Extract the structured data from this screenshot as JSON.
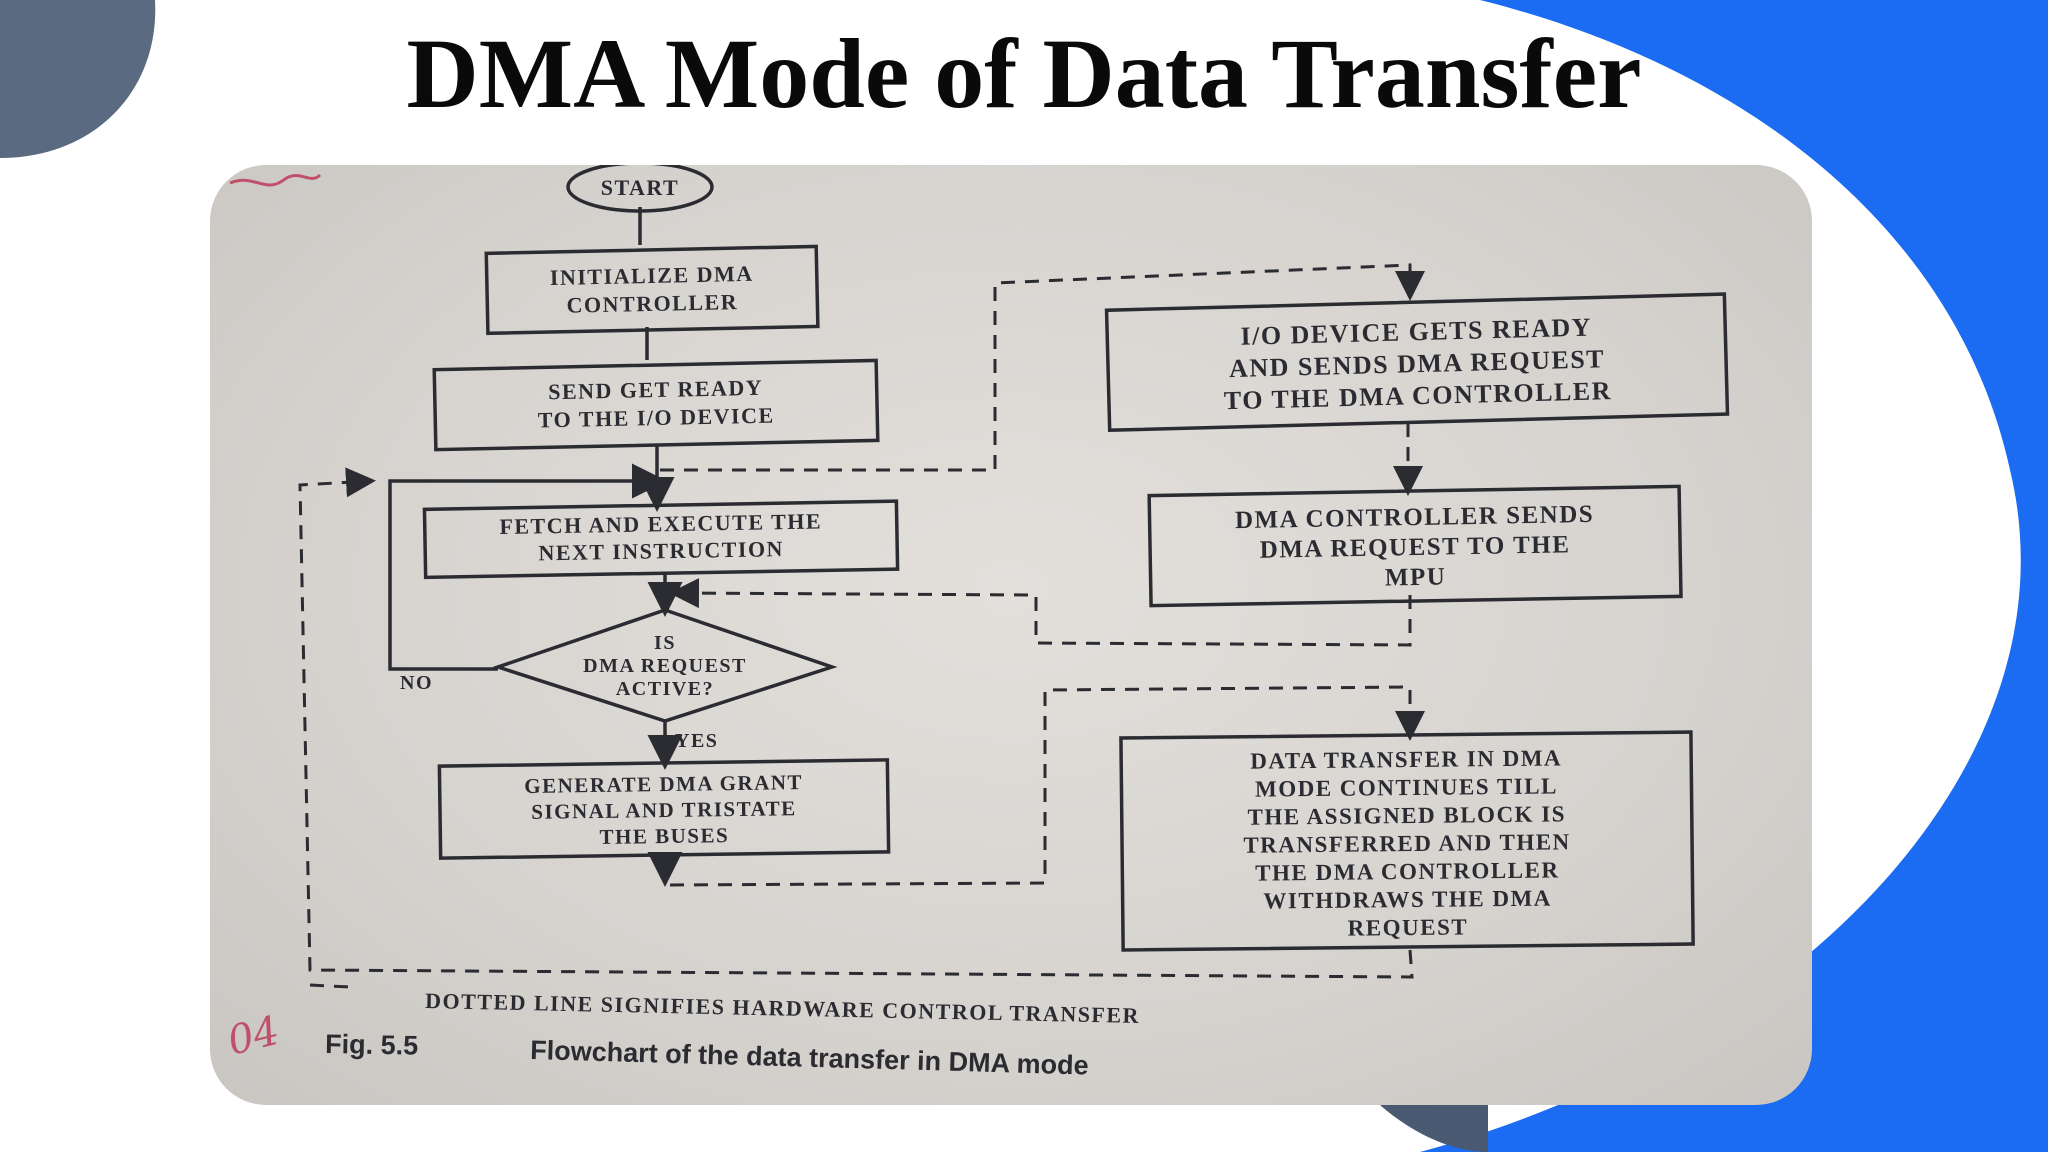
{
  "slide": {
    "title": "DMA Mode of Data Transfer"
  },
  "flowchart": {
    "start": "START",
    "step_init": [
      "INITIALIZE DMA",
      "CONTROLLER"
    ],
    "step_send": [
      "SEND GET READY",
      "TO THE I/O DEVICE"
    ],
    "step_fetch": [
      "FETCH AND EXECUTE THE",
      "NEXT INSTRUCTION"
    ],
    "decision": [
      "IS",
      "DMA REQUEST",
      "ACTIVE?"
    ],
    "label_no": "NO",
    "label_yes": "YES",
    "step_grant": [
      "GENERATE DMA GRANT",
      "SIGNAL AND TRISTATE",
      "THE BUSES"
    ],
    "step_io_ready": [
      "I/O DEVICE GETS READY",
      "AND SENDS DMA REQUEST",
      "TO THE DMA CONTROLLER"
    ],
    "step_dma_sends": [
      "DMA CONTROLLER SENDS",
      "DMA REQUEST TO THE",
      "MPU"
    ],
    "step_transfer": [
      "DATA TRANSFER IN DMA",
      "MODE CONTINUES TILL",
      "THE ASSIGNED BLOCK IS",
      "TRANSFERRED AND THEN",
      "THE DMA CONTROLLER",
      "WITHDRAWS THE DMA",
      "REQUEST"
    ],
    "legend": "DOTTED LINE SIGNIFIES HARDWARE CONTROL TRANSFER",
    "fig_number": "Fig. 5.5",
    "fig_caption": "Flowchart of the data transfer in DMA mode",
    "margin_mark": "04"
  },
  "colors": {
    "accent_blue": "#1b6cf2",
    "slate": "#5a6a80",
    "ink": "#2b2b32",
    "pen_red": "#c0506a"
  }
}
